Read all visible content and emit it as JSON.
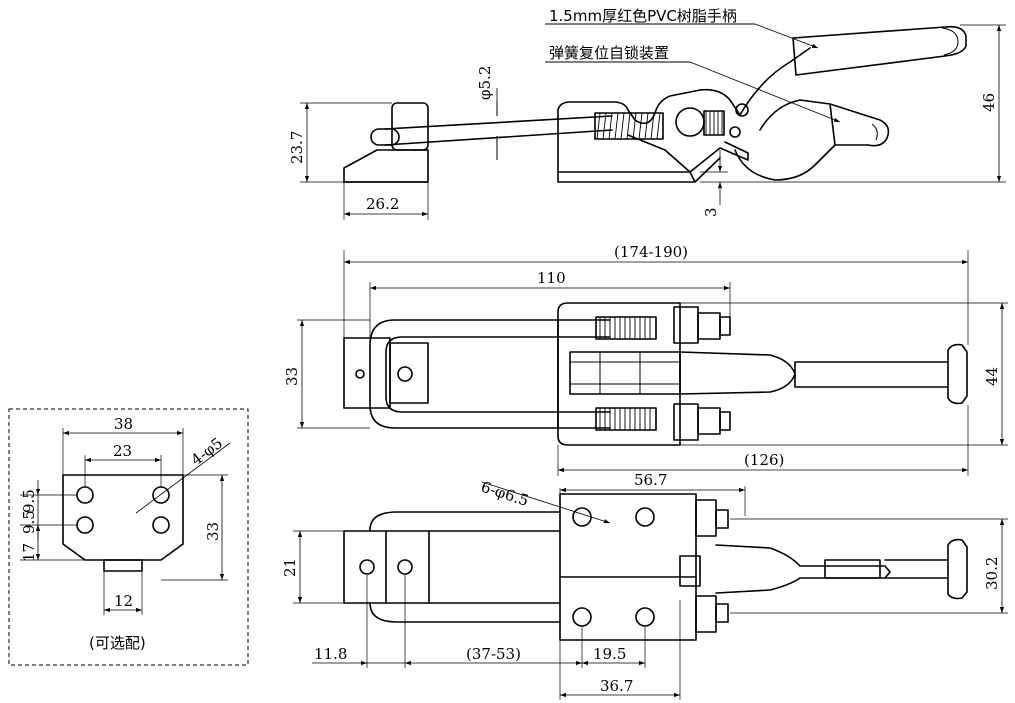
{
  "annotations": {
    "handle_note": "1.5mm厚红色PVC树脂手柄",
    "lock_note": "弹簧复位自锁装置"
  },
  "side_view": {
    "dim_hole_dia": "φ5.2",
    "dim_height": "23.7",
    "dim_catch_length": "26.2",
    "dim_total_height": "46",
    "dim_gap": "3"
  },
  "top_view": {
    "dim_overall": "(174-190)",
    "dim_110": "110",
    "dim_width_left": "33",
    "dim_width_right": "44",
    "dim_126": "(126)"
  },
  "bottom_view": {
    "dim_holes": "6-φ6.5",
    "dim_56_7": "56.7",
    "dim_21": "21",
    "dim_30_2": "30.2",
    "dim_11_8": "11.8",
    "dim_37_53": "(37-53)",
    "dim_19_5": "19.5",
    "dim_36_7": "36.7"
  },
  "optional_plate": {
    "dim_38": "38",
    "dim_23": "23",
    "dim_holes": "4-φ5",
    "dim_9_5_a": "9.5",
    "dim_9_5_b": "9.5",
    "dim_17": "17",
    "dim_33": "33",
    "dim_12": "12",
    "caption": "(可选配)"
  }
}
